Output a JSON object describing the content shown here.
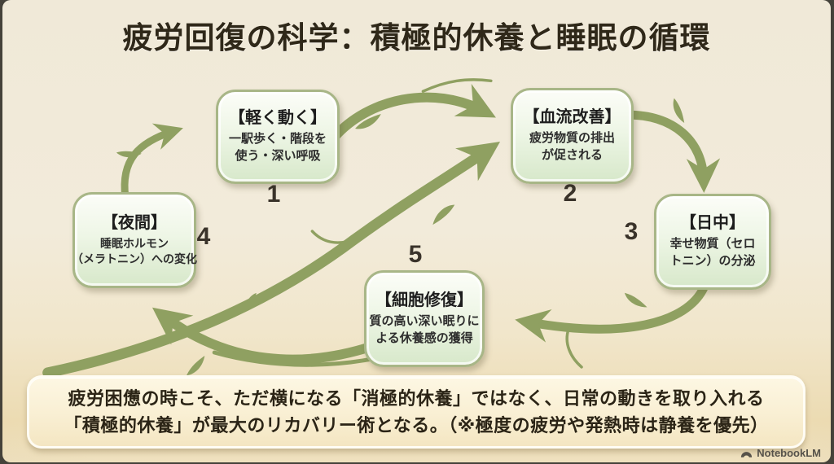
{
  "title": "疲労回復の科学：積極的休養と睡眠の循環",
  "nodes": [
    {
      "number": "1",
      "title": "【軽く動く】",
      "body": "一駅歩く・階段を\n使う・深い呼吸"
    },
    {
      "number": "2",
      "title": "【血流改善】",
      "body": "疲労物質の排出\nが促される"
    },
    {
      "number": "3",
      "title": "【日中】",
      "body": "幸せ物質（セロ\nトニン）の分泌"
    },
    {
      "number": "4",
      "title": "【夜間】",
      "body": "睡眠ホルモン\n（メラトニン）への変化"
    },
    {
      "number": "5",
      "title": "【細胞修復】",
      "body": "質の高い深い眠りに\nよる休養感の獲得"
    }
  ],
  "footer": {
    "line1": "疲労困憊の時こそ、ただ横になる「消極的休養」ではなく、日常の動きを取り入れる",
    "line2": "「積極的休養」が最大のリカバリー術となる。（※極度の疲労や発熱時は静養を優先）"
  },
  "attribution": {
    "label": "NotebookLM"
  },
  "colors": {
    "vine_green": "#8fa061",
    "node_border": "#a8b687",
    "node_fill_bottom": "#d7e8ca",
    "slide_cream": "#f1ead9",
    "banner_fill": "#fbf2da",
    "text_dark": "#2b2416"
  }
}
